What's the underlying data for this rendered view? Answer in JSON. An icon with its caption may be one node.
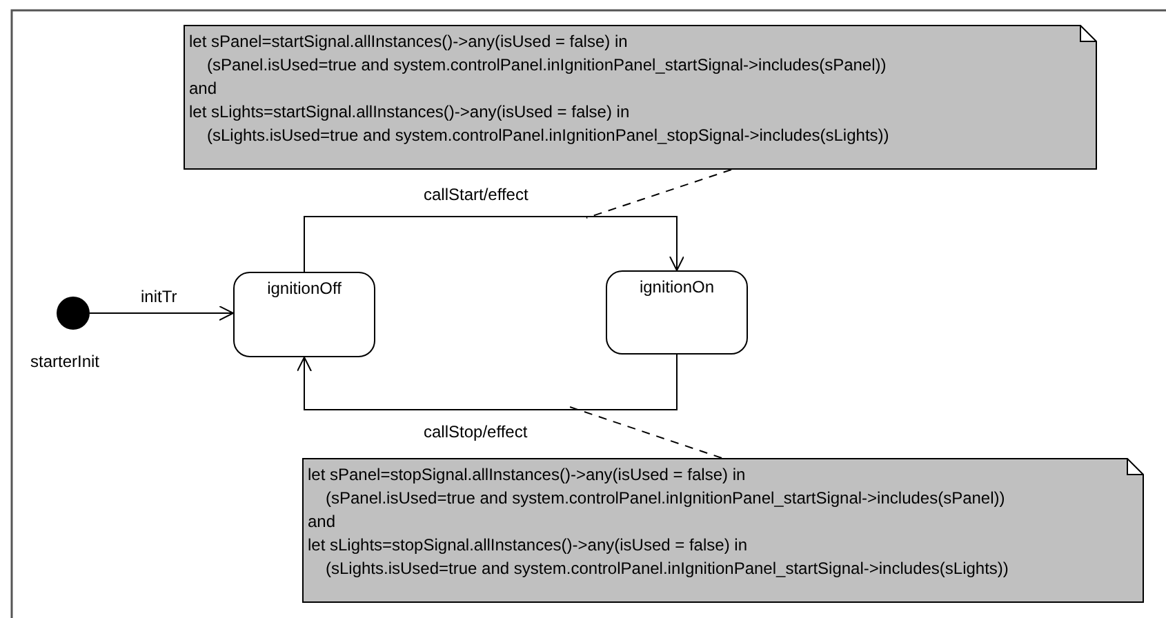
{
  "diagram": {
    "nodes": [
      {
        "text": [],
        "shape": "circle",
        "beside": [
          "starterInit"
        ]
      },
      {
        "text": [
          "ignitionOff"
        ]
      },
      {
        "text": [
          "ignitionOn"
        ]
      },
      {
        "text": [
          "let sPanel=startSignal.allInstances()->any(isUsed = false) in",
          "(sPanel.isUsed=true and system.controlPanel.inIgnitionPanel_startSignal->includes(sPanel))",
          "and",
          "let sLights=startSignal.allInstances()->any(isUsed = false) in",
          "(sLights.isUsed=true and system.controlPanel.inIgnitionPanel_stopSignal->includes(sLights))"
        ]
      },
      {
        "text": [
          "let sPanel=stopSignal.allInstances()->any(isUsed = false) in",
          "(sPanel.isUsed=true and system.controlPanel.inIgnitionPanel_startSignal->includes(sPanel))",
          "and",
          "let sLights=stopSignal.allInstances()->any(isUsed = false) in",
          "(sLights.isUsed=true and system.controlPanel.inIgnitionPanel_startSignal->includes(sLights))"
        ]
      }
    ],
    "edges": [
      {
        "from": 0,
        "to": 1,
        "arrow": "to",
        "label": "initTr"
      },
      {
        "from": 1,
        "to": 2,
        "arrow": "to",
        "label": "callStart/effect"
      },
      {
        "from": 2,
        "to": 1,
        "arrow": "to",
        "label": "callStop/effect"
      },
      {
        "from": 3,
        "to": null,
        "arrow": "none",
        "style": "dashed"
      },
      {
        "from": 4,
        "to": null,
        "arrow": "none",
        "style": "dashed"
      }
    ]
  }
}
